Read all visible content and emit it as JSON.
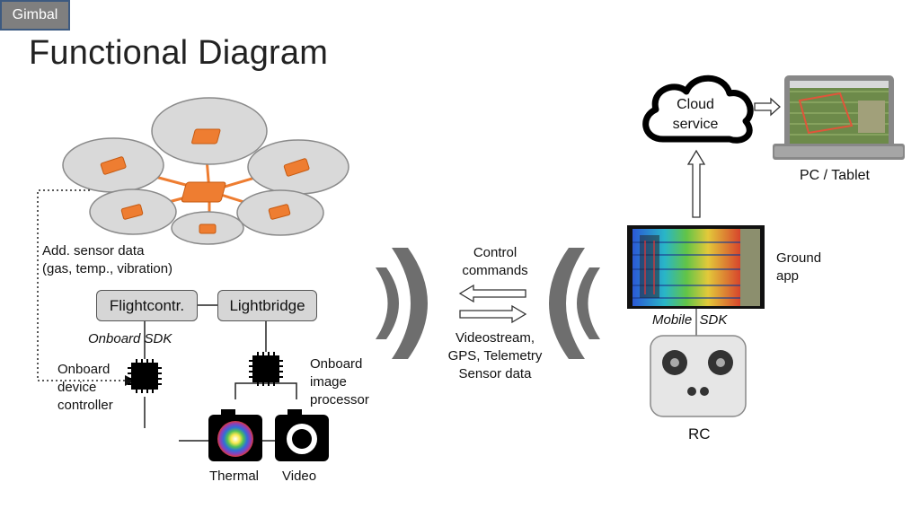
{
  "title": "Functional Diagram",
  "drone": {
    "sensor_label_line1": "Add. sensor data",
    "sensor_label_line2": "(gas, temp., vibration)"
  },
  "boxes": {
    "flightcontroller": "Flightcontr.",
    "lightbridge": "Lightbridge",
    "gimbal": "Gimbal"
  },
  "labels": {
    "onboard_sdk_a": "Onboard",
    "onboard_sdk_b": "SDK",
    "device_controller_line1": "Onboard",
    "device_controller_line2": "device",
    "device_controller_line3": "controller",
    "image_processor_line1": "Onboard",
    "image_processor_line2": "image",
    "image_processor_line3": "processor",
    "thermal": "Thermal",
    "video": "Video"
  },
  "link": {
    "control_line1": "Control",
    "control_line2": "commands",
    "downlink_line1": "Videostream,",
    "downlink_line2": "GPS, Telemetry",
    "downlink_line3": "Sensor data"
  },
  "ground": {
    "ground_app_line1": "Ground",
    "ground_app_line2": "app",
    "mobile_sdk_a": "Mobile",
    "mobile_sdk_b": "SDK",
    "rc": "RC",
    "cloud_line1": "Cloud",
    "cloud_line2": "service",
    "pc_tablet": "PC / Tablet"
  },
  "colors": {
    "accent_orange": "#ee7d31",
    "rotor_gray": "#d9d9d9",
    "signal_gray": "#6e6e6e",
    "gimbal_fill": "#7f7f7f"
  },
  "icons": [
    "drone-icon",
    "chip-icon",
    "thermal-camera-icon",
    "video-camera-icon",
    "signal-waves-icon",
    "cloud-icon",
    "laptop-icon",
    "remote-controller-icon",
    "tablet-icon"
  ]
}
